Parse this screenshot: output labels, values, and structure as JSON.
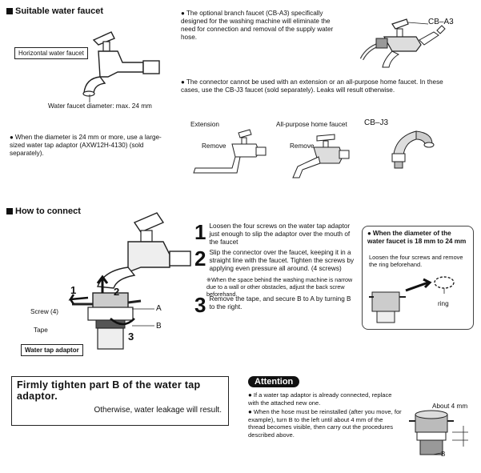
{
  "faucet_section": {
    "heading": "Suitable water faucet",
    "horizontal_label": "Horizontal water faucet",
    "diameter_note": "Water faucet diameter: max. 24 mm"
  },
  "branch_note": "The optional branch faucet (CB-A3) specifically designed for the washing machine will eliminate the need for connection and removal of the supply water hose.",
  "cb_a3_label": "CB–A3",
  "extension_note": "The connector cannot be used with an extension or an all-purpose home faucet. In these cases, use the CB-J3 faucet (sold separately). Leaks will result otherwise.",
  "extension_figs": {
    "extension_label": "Extension",
    "allpurpose_label": "All-purpose home faucet",
    "cbj3_label": "CB–J3",
    "remove_label": "Remove"
  },
  "large_dia_note": "When the diameter is 24 mm or more, use a large-sized water tap adaptor (AXW12H-4130) (sold separately).",
  "connect_section": {
    "heading": "How to connect",
    "fig": {
      "screw_label": "Screw (4)",
      "tape_label": "Tape",
      "adaptor_label": "Water tap adaptor",
      "a_label": "A",
      "b_label": "B",
      "step1": "1",
      "step2": "2",
      "step3": "3"
    },
    "steps": [
      {
        "num": "1",
        "text": "Loosen the four screws on the water tap adaptor just enough to slip the adaptor over the mouth of the faucet"
      },
      {
        "num": "2",
        "text": "Slip the connector over the faucet, keeping it in a straight line with the faucet. Tighten the screws by applying even pressure all around. (4 screws)"
      },
      {
        "num": "3",
        "text": "Remove the tape, and secure B to A by turning B to the right."
      }
    ],
    "step2_note": "※When the space behind the washing machine is narrow due to a wall or other obstacles, adjust the back screw beforehand.",
    "side_box": {
      "title": "When the diameter of the water faucet is 18 mm to 24 mm",
      "text": "Loosen the four screws and remove the ring beforehand.",
      "ring_label": "ring"
    }
  },
  "warning_box": {
    "title": "Firmly tighten part B of the water tap adaptor.",
    "text": "Otherwise, water leakage will result."
  },
  "attention": {
    "badge": "Attention",
    "items": [
      "If a water tap adaptor is already connected, replace with the attached new one.",
      "When the hose must be reinstalled (after you move, for example), turn B to the left until about 4 mm of the thread becomes visible, then carry out the procedures described above."
    ],
    "about_label": "About 4 mm",
    "b_label": "B"
  }
}
